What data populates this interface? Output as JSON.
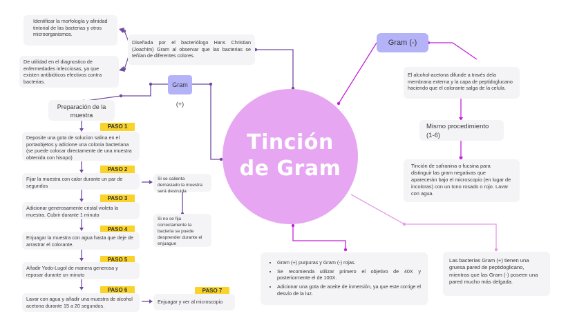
{
  "center": {
    "title_line1": "Tinción",
    "title_line2": "de Gram"
  },
  "gram_pos": {
    "label": "Gram (+)"
  },
  "gram_neg": {
    "label": "Gram (-)"
  },
  "top_left_1": "Identificar la morfología y afinidad tintorial de las bacterias y otros microorganismos.",
  "top_left_2": "De utilidad en el diagnostico de enfermedades infecciosas, ya que existen antibióticos efectivos contra bacterias.",
  "origin": "Diseñada por el bacteriólogo Hans Christian (Joachim) Gram al observar que las bacterias se teñían de diferentes colores.",
  "prep": "Preparación de la muestra",
  "steps": [
    {
      "label": "PASO 1",
      "text": "Deposite una gota de solucion salina en el portaobjetos y adicione una colonia bacteriana (se puede colocar directamente de una muestra obtenida con hisopo)"
    },
    {
      "label": "PASO 2",
      "text": "Fijar la muestra con calor durante un par de segundos"
    },
    {
      "label": "PASO 3",
      "text": "Adicionar generosamente cristal violeta  la muestra. Cubrir durante 1 minuto"
    },
    {
      "label": "PASO 4",
      "text": "Enjuagar la muestra con agua hasta que deje de arrastrar el colorante."
    },
    {
      "label": "PASO 5",
      "text": "Añadir Yodo-Lugol de manera generosa y reposar durante un minuto"
    },
    {
      "label": "PASO 6",
      "text": "Lavar con agua y añadir una muestra de alcohol acetona durante 15 a 20 segundos."
    },
    {
      "label": "PASO 7",
      "text": "Enjuagar y ver al microscopio"
    }
  ],
  "notes": {
    "heat": "Si se calienta demasiado la muestra será destruida",
    "no_fix": "Si no se fija correctamente la bacteria se puede desprender durante el enjuague"
  },
  "neg": {
    "desc": "El alcohol-acetona difunde a través dela membrana externa y la capa de peptidoglucano haciendo que el colorante salga de la celula.",
    "same": "Mismo procedimiento (1-6)",
    "safranin": "Tinción de safranina o fucsina para distinguir las gram negativas que aparecerán bajo el microscopio (en lugar de incoloras) con un tono rosado o rojo. Lavar con agua."
  },
  "bottom_bullets": [
    "Gram (+) purpuras y Gram (-) rojas.",
    "Se recomienda utilizar primero el objetivo de 40X y posteriormente el de 100X.",
    "Adicionar una gota de aceite de inmersión, ya que este corrige el desvío de la luz."
  ],
  "wall": "Las bacterias Gram (+) tienen una gruesa pared de peptidoglicano, mientras que las Gram (-) poseen una pared mucho más delgada.",
  "colors": {
    "purple": "#7b3fa0",
    "magenta": "#c21fd8",
    "pink": "#e6a6f2",
    "lavender": "#b5b3f7",
    "yellow": "#f9d32a"
  }
}
